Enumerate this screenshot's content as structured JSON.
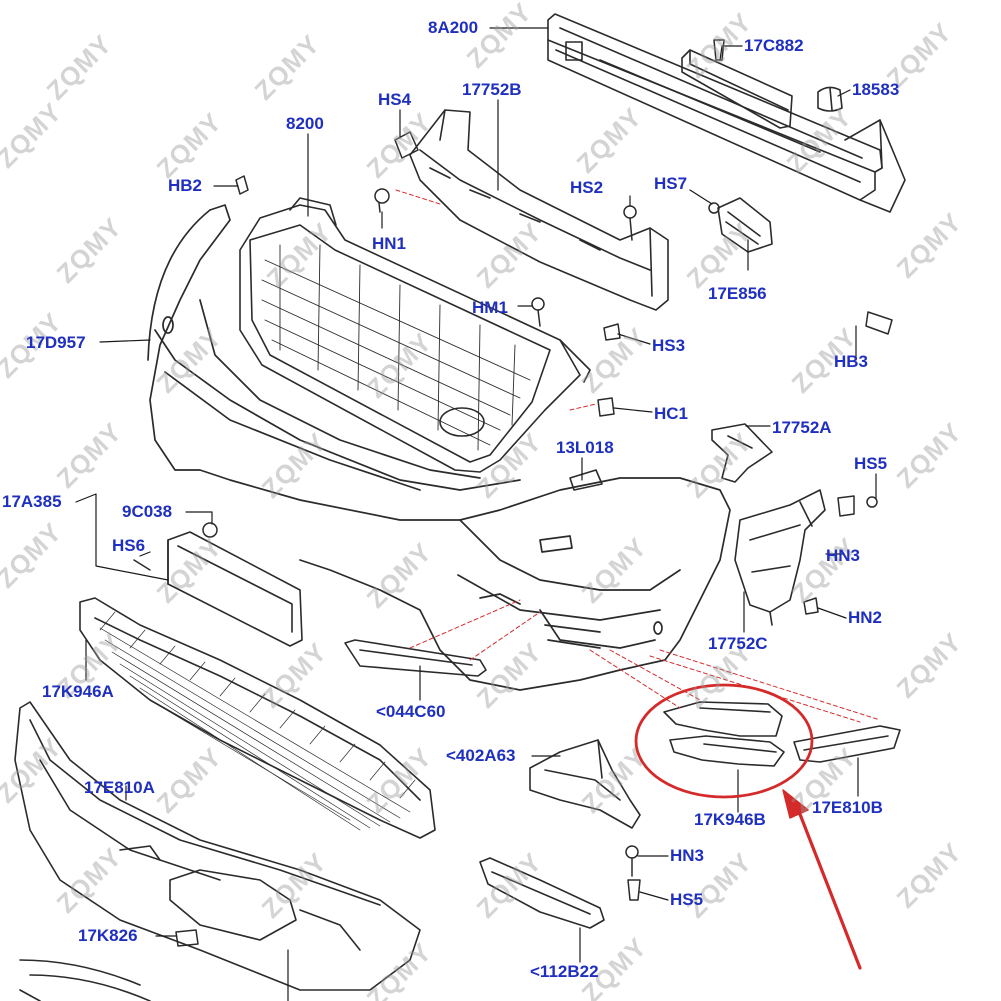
{
  "diagram": {
    "colors": {
      "line": "#2b2b2b",
      "label": "#1f2fbf",
      "leader": "#1a1a1a",
      "highlight": "#d42a2a",
      "watermark": "#9a9a9a"
    },
    "watermark_text": "ZQMY",
    "labels": {
      "l_8A200": "8A200",
      "l_17C882": "17C882",
      "l_18583": "18583",
      "l_HS4": "HS4",
      "l_17752B": "17752B",
      "l_8200": "8200",
      "l_HB2": "HB2",
      "l_HS2": "HS2",
      "l_HS7": "HS7",
      "l_HN1": "HN1",
      "l_17E856": "17E856",
      "l_HM1": "HM1",
      "l_17D957": "17D957",
      "l_HS3": "HS3",
      "l_HB3": "HB3",
      "l_HC1": "HC1",
      "l_17752A": "17752A",
      "l_13L018": "13L018",
      "l_HS5a": "HS5",
      "l_17A385": "17A385",
      "l_9C038": "9C038",
      "l_HN3a": "HN3",
      "l_HS6": "HS6",
      "l_HN2": "HN2",
      "l_17752C": "17752C",
      "l_17K946A": "17K946A",
      "l_044C60": "<044C60",
      "l_402A63": "<402A63",
      "l_17E810A": "17E810A",
      "l_17K946B": "17K946B",
      "l_17E810B": "17E810B",
      "l_HN3b": "HN3",
      "l_HS5b": "HS5",
      "l_17K826": "17K826",
      "l_112B22": "<112B22"
    }
  }
}
